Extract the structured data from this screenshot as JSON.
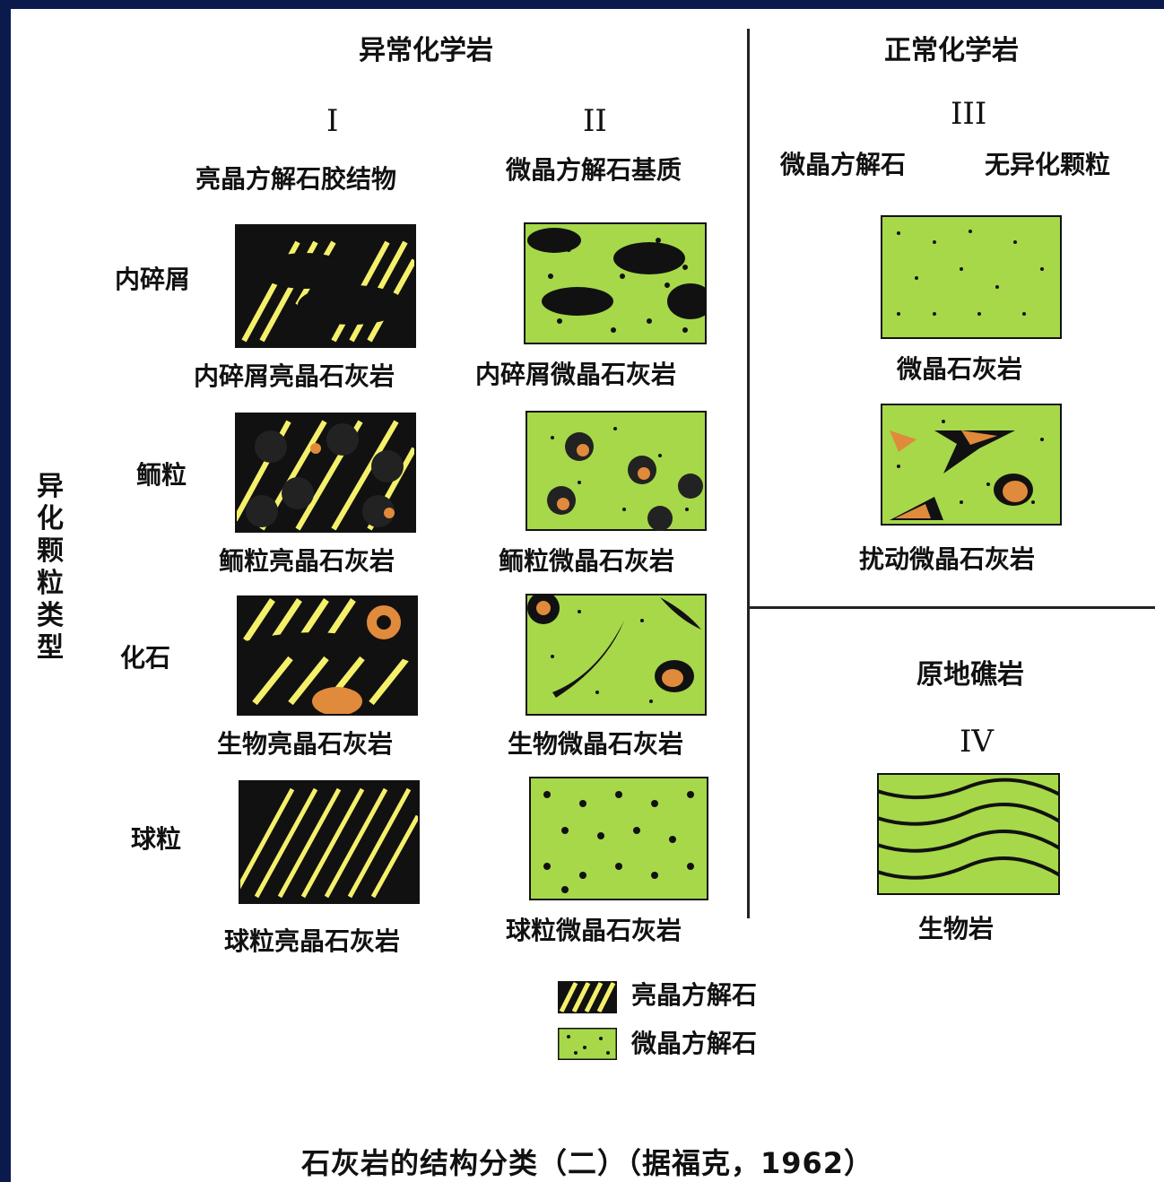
{
  "headers": {
    "abnormal": "异常化学岩",
    "normal": "正常化学岩",
    "col1_roman": "I",
    "col2_roman": "II",
    "col3_roman": "III",
    "col1_sub": "亮晶方解石胶结物",
    "col2_sub": "微晶方解石基质",
    "col3_sub_a": "微晶方解石",
    "col3_sub_b": "无异化颗粒",
    "reef": "原地礁岩",
    "col4_roman": "IV"
  },
  "vertical_label": [
    "异",
    "化",
    "颗",
    "粒",
    "类",
    "型"
  ],
  "rows": [
    "内碎屑",
    "鲕粒",
    "化石",
    "球粒"
  ],
  "captions": {
    "r1c1": "内碎屑亮晶石灰岩",
    "r1c2": "内碎屑微晶石灰岩",
    "r2c1": "鲕粒亮晶石灰岩",
    "r2c2": "鲕粒微晶石灰岩",
    "r3c1": "生物亮晶石灰岩",
    "r3c2": "生物微晶石灰岩",
    "r4c1": "球粒亮晶石灰岩",
    "r4c2": "球粒微晶石灰岩",
    "c3a": "微晶石灰岩",
    "c3b": "扰动微晶石灰岩",
    "c4": "生物岩"
  },
  "legend": {
    "sparry": "亮晶方解石",
    "micrite": "微晶方解石"
  },
  "title": "石灰岩的结构分类（二）（据福克，1962）",
  "colors": {
    "yellow": "#f5f06a",
    "green": "#a6d84a",
    "orange": "#e08a3c",
    "black": "#111111",
    "frame": "#0a1a4d"
  }
}
